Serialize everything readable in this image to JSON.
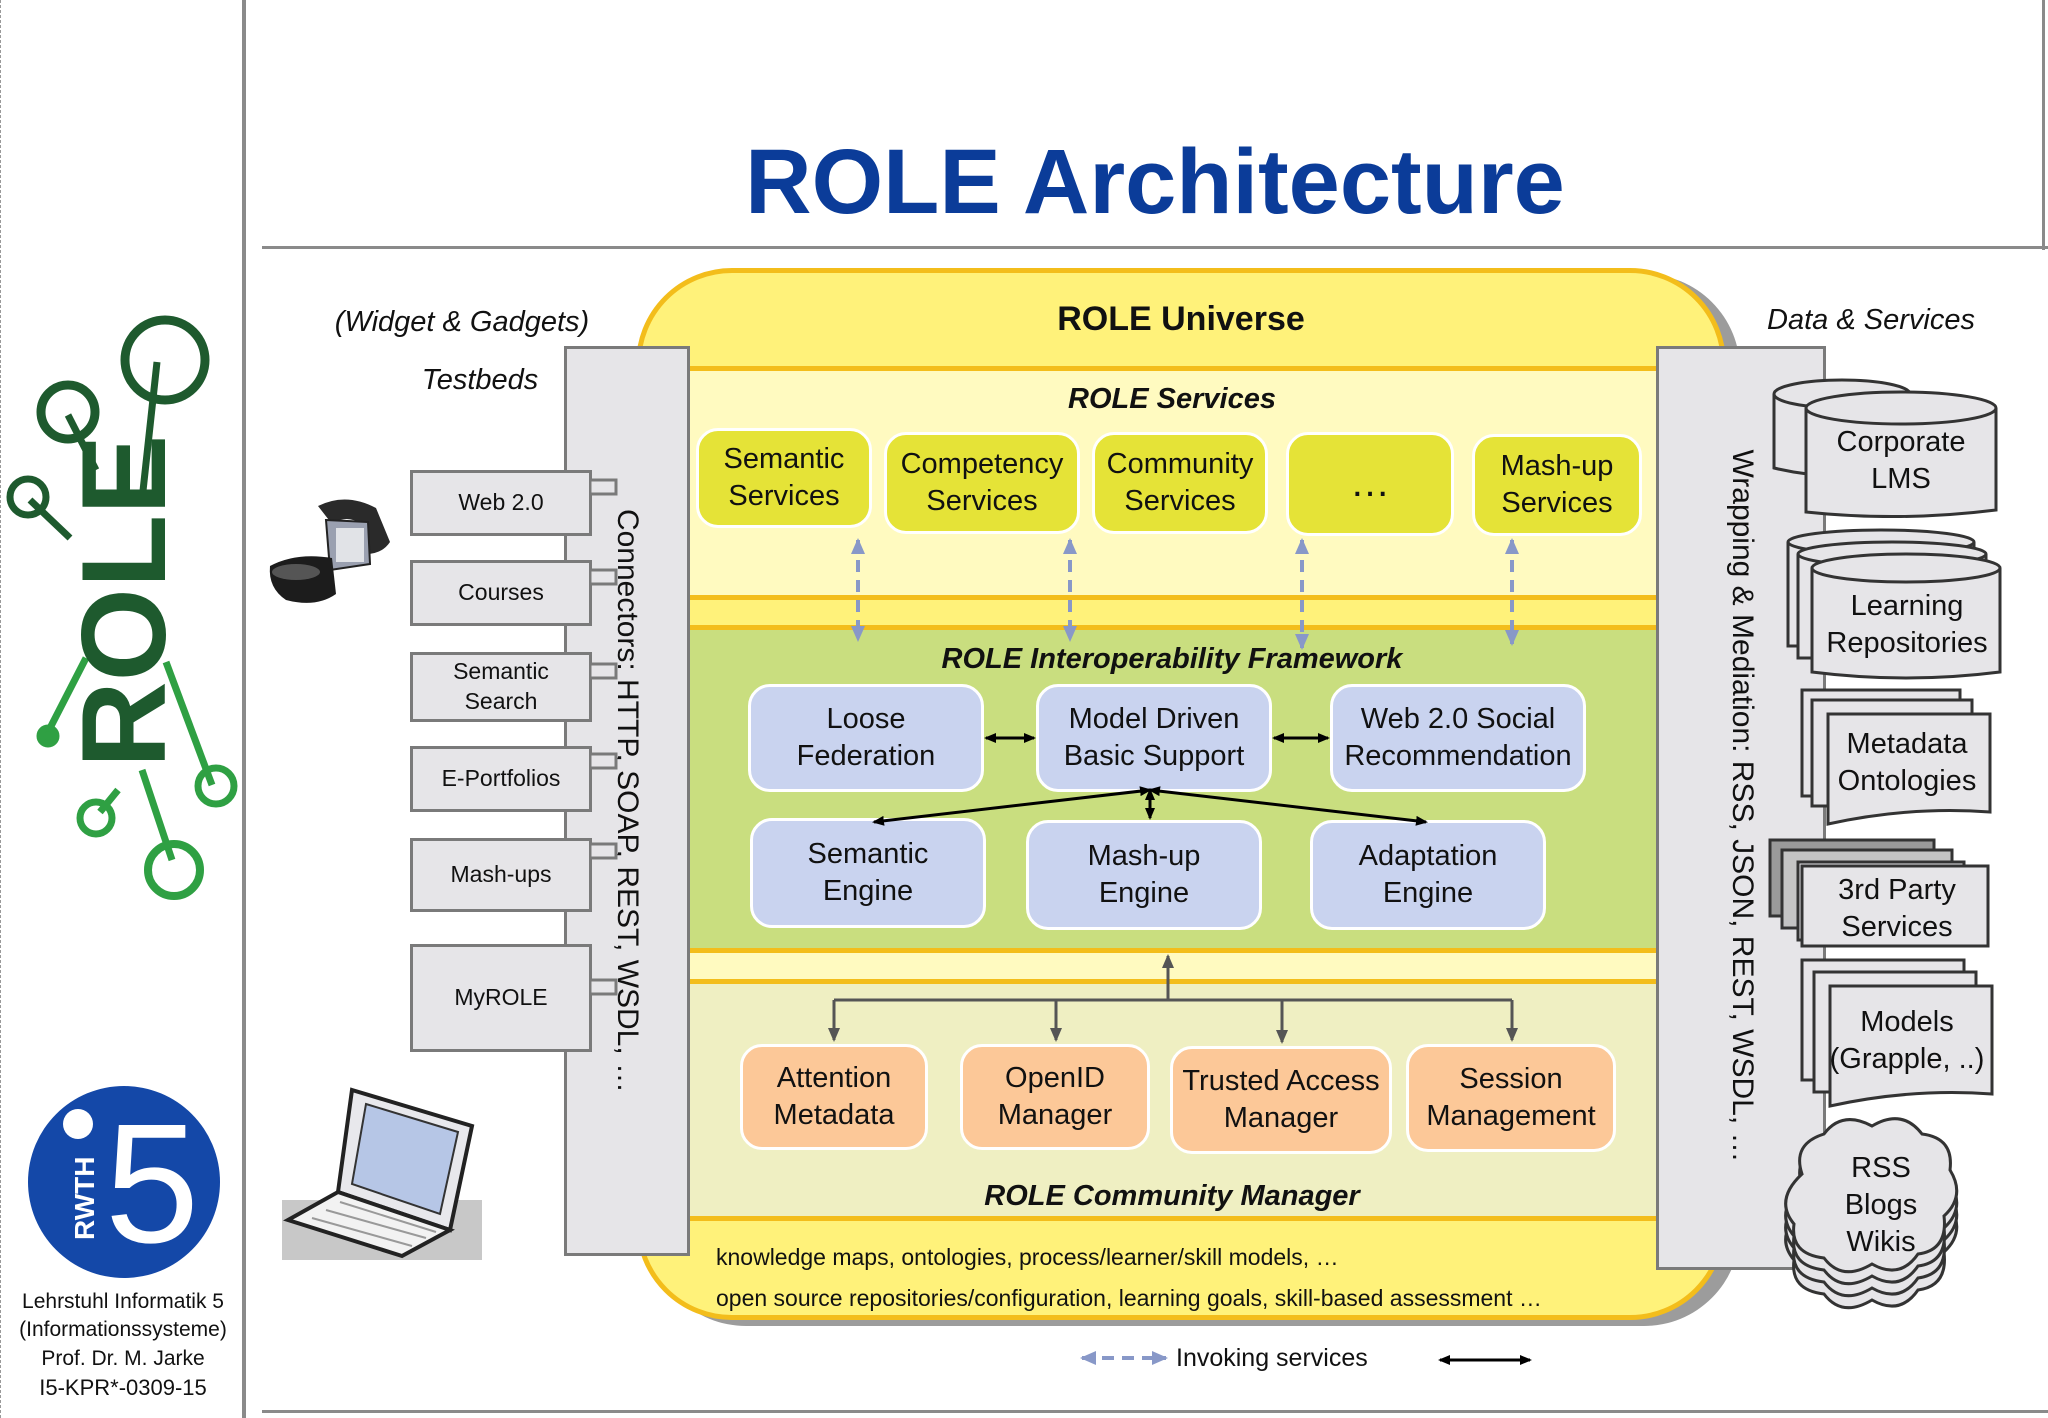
{
  "slide": {
    "title": "ROLE Architecture",
    "footer": {
      "line1": "Lehrstuhl Informatik 5",
      "line2": "(Informationssysteme)",
      "line3": "Prof. Dr. M. Jarke",
      "code": "I5-KPR*-0309-15"
    },
    "logo_role": "ROLE",
    "logo_rwth": "RWTH",
    "logo_i5": "5"
  },
  "left": {
    "header1": "(Widget & Gadgets)",
    "header2": "Testbeds",
    "testbeds": [
      "Web 2.0",
      "Courses",
      "Semantic\nSearch",
      "E-Portfolios",
      "Mash-ups",
      "MyROLE"
    ],
    "connectors": "Connectors: HTTP, SOAP, REST, WSDL, …"
  },
  "universe": {
    "title": "ROLE Universe",
    "services": {
      "title": "ROLE Services",
      "items": [
        "Semantic\nServices",
        "Competency\nServices",
        "Community\nServices",
        "…",
        "Mash-up\nServices"
      ]
    },
    "framework": {
      "title": "ROLE Interoperability Framework",
      "items": [
        "Loose\nFederation",
        "Model Driven\nBasic Support",
        "Web 2.0 Social\nRecommendation",
        "Semantic\nEngine",
        "Mash-up\nEngine",
        "Adaptation\nEngine"
      ]
    },
    "community": {
      "title": "ROLE Community Manager",
      "items": [
        "Attention\nMetadata",
        "OpenID\nManager",
        "Trusted Access\nManager",
        "Session\nManagement"
      ]
    },
    "bottom_line1": "knowledge maps, ontologies, process/learner/skill models, …",
    "bottom_line2": "open source repositories/configuration, learning goals, skill-based assessment  …"
  },
  "right": {
    "header": "Data & Services",
    "wrapping": "Wrapping & Mediation: RSS, JSON, REST, WSDL, …",
    "items": [
      "Corporate\nLMS",
      "Learning\nRepositories",
      "Metadata\nOntologies",
      "3rd Party\nServices",
      "Models\n(Grapple, ..)",
      "RSS\nBlogs\nWikis"
    ]
  },
  "legend": {
    "invoking": "Invoking services"
  },
  "colors": {
    "title_blue": "#0b3c99",
    "universe_yellow": "#fff27a",
    "universe_border": "#f3bd1b",
    "services_box": "#e5e337",
    "framework_band": "#c9de7f",
    "framework_box": "#c9d3ef",
    "community_band": "#efefc2",
    "community_box": "#fcc898",
    "invoke_arrow": "#8898c8",
    "logo_green_dark": "#1e5a2e",
    "logo_green_light": "#2fa043",
    "rwth_blue": "#1448a8"
  }
}
